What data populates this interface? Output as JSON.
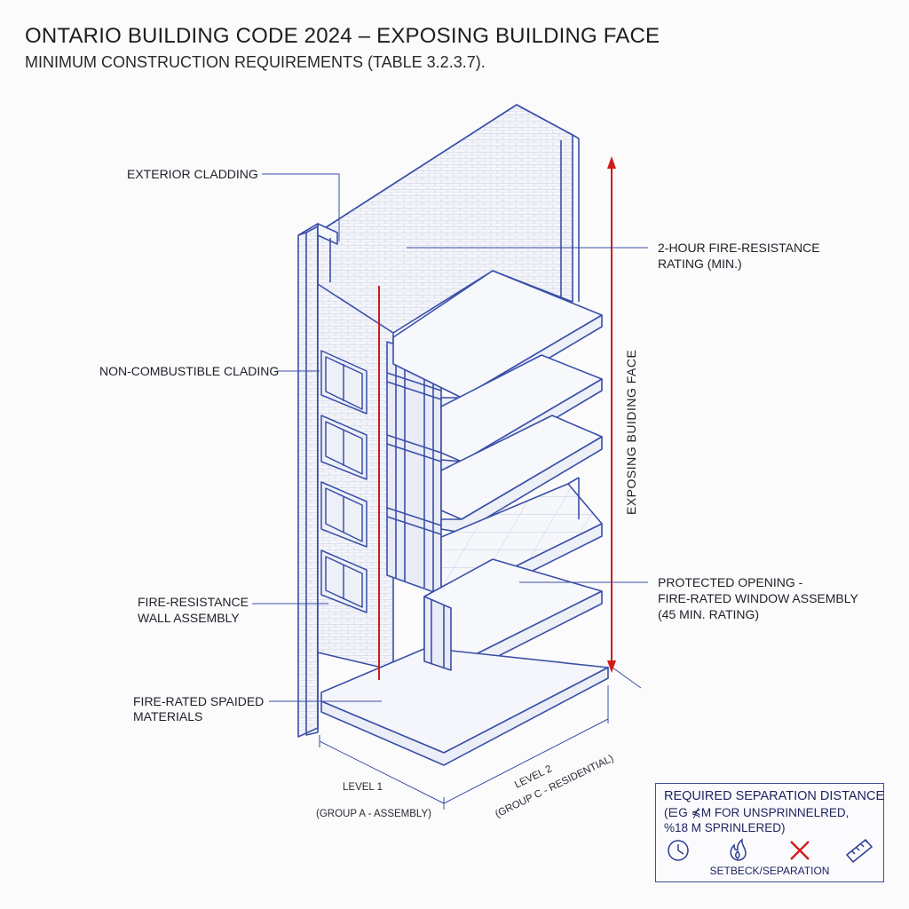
{
  "header": {
    "title": "ONTARIO BUILDING CODE 2024 – EXPOSING BUILDING FACE",
    "subtitle": "MINIMUM CONSTRUCTION REQUIREMENTS (TABLE 3.2.3.7)."
  },
  "labels": {
    "exterior_cladding": "EXTERIOR CLADDING",
    "non_combustible": "NON-COMBUSTIBLE CLADING",
    "fire_wall_1": "FIRE-RESISTANCE",
    "fire_wall_2": "WALL ASSEMBLY",
    "fire_rated_1": "FIRE-RATED SPAIDED",
    "fire_rated_2": "MATERIALS",
    "two_hour_1": "2-HOUR FIRE-RESISTANCE",
    "two_hour_2": "RATING (MIN.)",
    "exposing_face": "EXPOSING BUIDING FACE",
    "protected_1": "PROTECTED OPENING -",
    "protected_2": "FIRE-RATED WINDOW ASSEMBLY",
    "protected_3": "(45 MIN. RATING)",
    "level1": "LEVEL 1",
    "level1_group": "(GROUP A - ASSEMBLY)",
    "level2": "LEVEL 2",
    "level2_group": "(GROUP C - RESIDENTIAL)"
  },
  "legend": {
    "title": "REQUIRED SEPARATION DISTANCE",
    "line1": "(⋿G ⋠M FOR UNSPRINNELRED,",
    "line2": "%18 M SPRINLERED)",
    "caption": "SETBECK/SEPARATION",
    "icons": [
      "clock-icon",
      "flame-icon",
      "x-mark-icon",
      "ruler-icon"
    ]
  },
  "colors": {
    "line": "#3a4fa8",
    "accent_red": "#d21a1a",
    "text": "#1f1f2a"
  }
}
